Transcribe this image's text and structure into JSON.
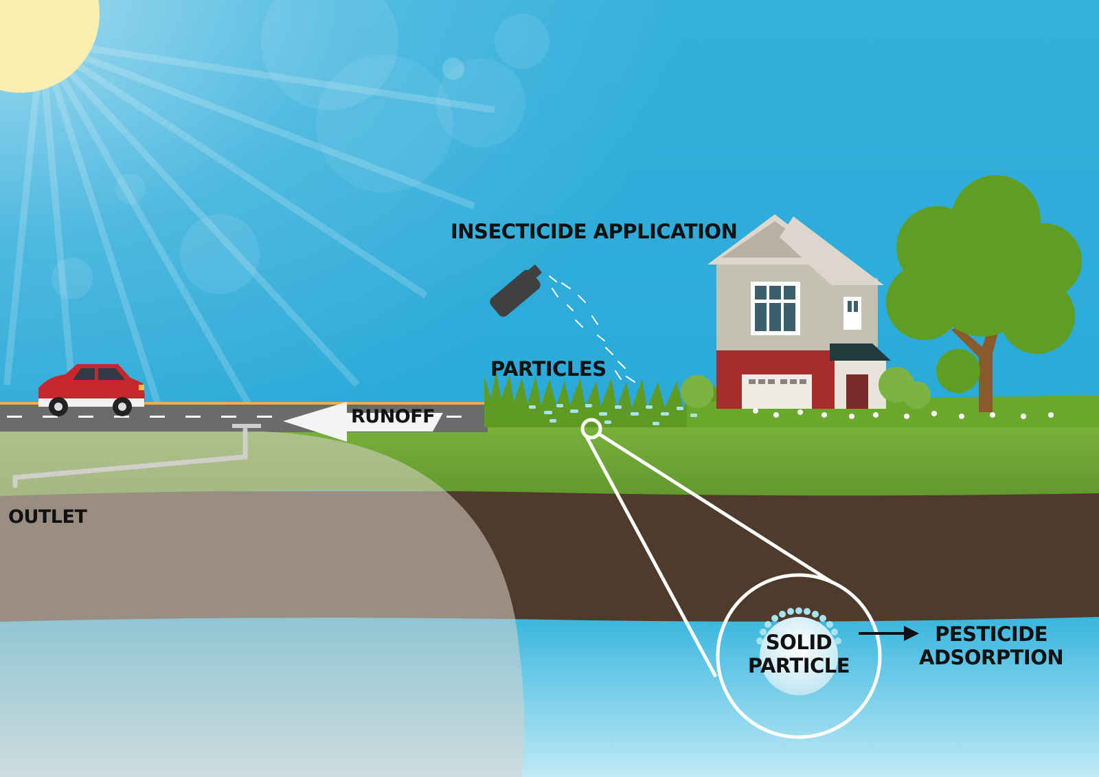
{
  "labels": {
    "insecticide_application": "INSECTICIDE APPLICATION",
    "particles": "PARTICLES",
    "runoff": "RUNOFF",
    "outlet": "OUTLET",
    "solid_particle_line1": "SOLID",
    "solid_particle_line2": "PARTICLE",
    "pesticide_adsorption_line1": "PESTICIDE",
    "pesticide_adsorption_line2": "ADSORPTION"
  },
  "colors": {
    "sky": "#2fb3dc",
    "sun": "#fbeeb1",
    "grass": "#6da337",
    "soil": "#4f3b2c",
    "groundwater": "#49bde0",
    "road": "#6b6b6b",
    "car": "#c8262e",
    "house_siding": "#c5c0b4",
    "house_brick": "#a62d2d",
    "tree": "#5f9d23",
    "plume": "#d9d2cb"
  }
}
